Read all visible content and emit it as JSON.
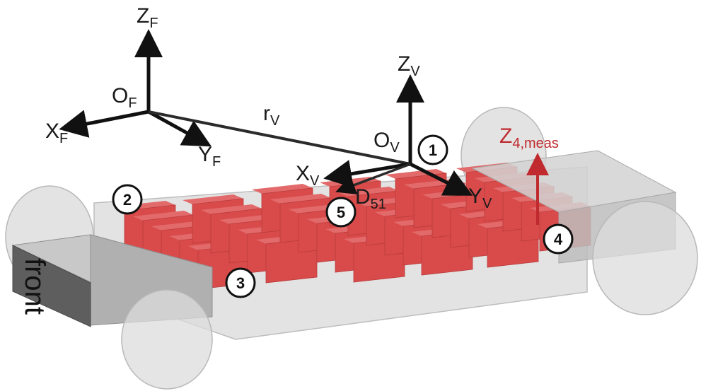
{
  "frame_F": {
    "z_axis": {
      "main": "Z",
      "sub": "F"
    },
    "origin": {
      "main": "O",
      "sub": "F"
    },
    "x_axis": {
      "main": "X",
      "sub": "F"
    },
    "y_axis": {
      "main": "Y",
      "sub": "F"
    }
  },
  "frame_V": {
    "z_axis": {
      "main": "Z",
      "sub": "V"
    },
    "origin": {
      "main": "O",
      "sub": "V"
    },
    "x_axis": {
      "main": "X",
      "sub": "V"
    },
    "y_axis": {
      "main": "Y",
      "sub": "V"
    }
  },
  "vector_r": {
    "main": "r",
    "sub": "V"
  },
  "distance_D": {
    "main": "D",
    "sub": "51"
  },
  "measurement_Z": {
    "main": "Z",
    "sub": "4,meas"
  },
  "front_label": "front",
  "markers": [
    "1",
    "2",
    "3",
    "4",
    "5"
  ],
  "colors": {
    "cell_red": "#d94b4b",
    "axis_black": "#111111",
    "measure_red": "#c0292d",
    "body_gray": "#b4b4b4"
  }
}
